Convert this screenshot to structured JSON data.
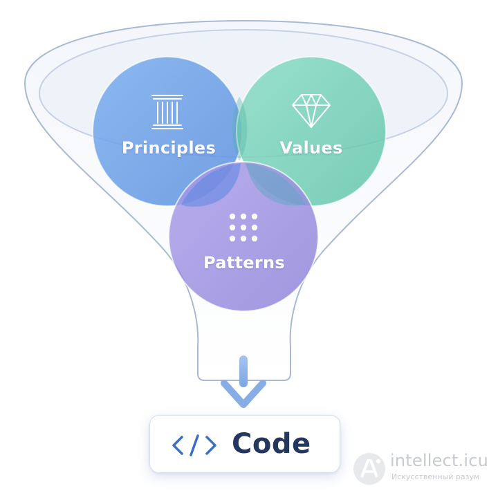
{
  "diagram": {
    "circles": [
      {
        "id": "principles",
        "label": "Principles",
        "icon": "pillar-icon",
        "color": "#6ea1e6"
      },
      {
        "id": "values",
        "label": "Values",
        "icon": "gem-icon",
        "color": "#6fd0b4"
      },
      {
        "id": "patterns",
        "label": "Patterns",
        "icon": "grid-dots-icon",
        "color": "#9a8fe0"
      }
    ],
    "output": {
      "label": "Code",
      "icon": "code-brackets-icon",
      "arrow_icon": "arrow-down-icon"
    },
    "colors": {
      "funnel_outline": "#9fb2cf",
      "arrow": "#8fb4e8",
      "code_text": "#23375f",
      "code_icon": "#3d6fc1"
    }
  },
  "watermark": {
    "title": "intellect.icu",
    "subtitle": "Искусственный разум"
  }
}
